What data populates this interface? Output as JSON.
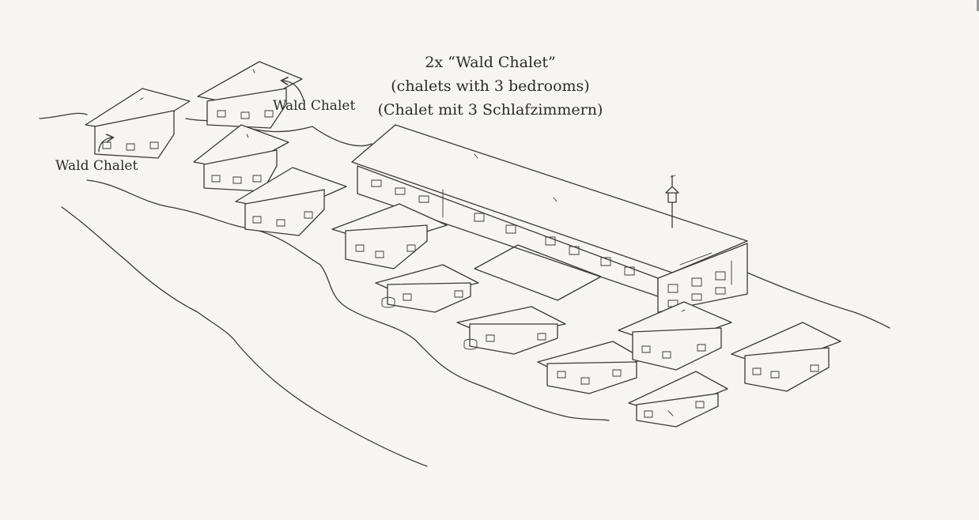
{
  "caption": {
    "line1": "2x “Wald Chalet”",
    "line2": "(chalets with 3 bedrooms)",
    "line3": "(Chalet mit 3 Schlafzimmern)"
  },
  "labels": {
    "left": "Wald Chalet",
    "top": "Wald Chalet"
  },
  "icons": [
    "arrow-icon",
    "weathervane-icon"
  ]
}
